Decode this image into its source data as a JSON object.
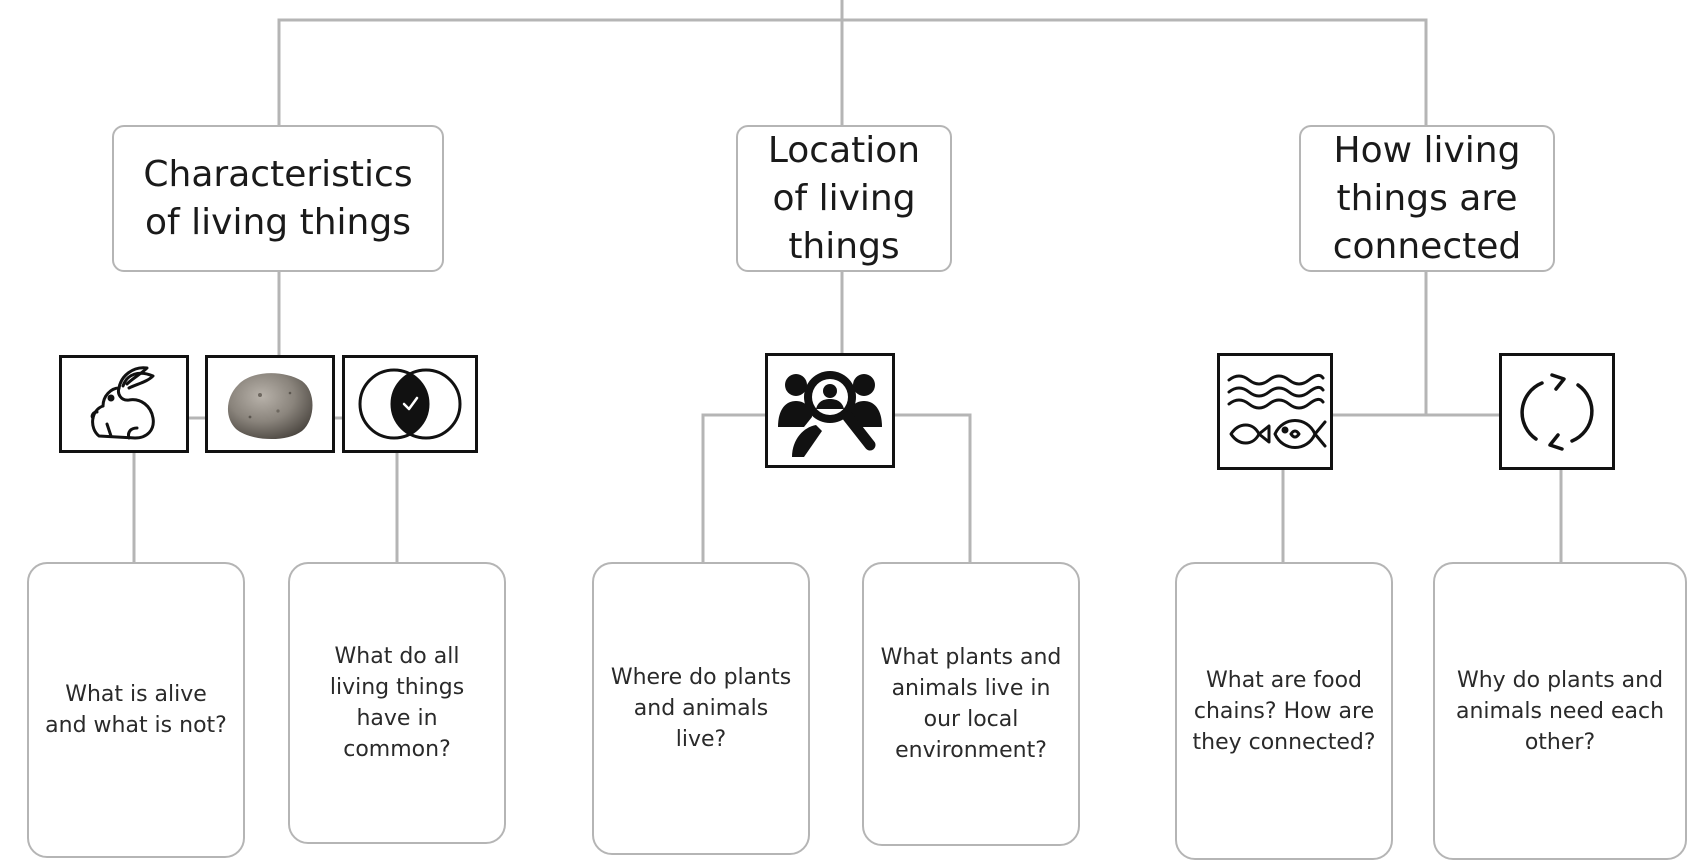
{
  "topics": {
    "characteristics": "Characteristics of living things",
    "location": "Location of living things",
    "connected": "How living things are connected"
  },
  "questions": {
    "alive": "What is alive and what is not?",
    "common": "What do all living things have in common?",
    "where_live": "Where do plants and animals live?",
    "local": "What plants and animals live in our local environment?",
    "food_chains": "What are food chains? How are they connected?",
    "need_each_other": "Why do plants and animals need each other?"
  },
  "icons": [
    "rabbit-icon",
    "stone-image",
    "venn-diagram-icon",
    "search-people-icon",
    "water-fish-icon",
    "cycle-arrows-icon"
  ],
  "colors": {
    "connector": "#b5b5b5",
    "box_border": "#b5b5b5",
    "icon_border": "#111111"
  }
}
